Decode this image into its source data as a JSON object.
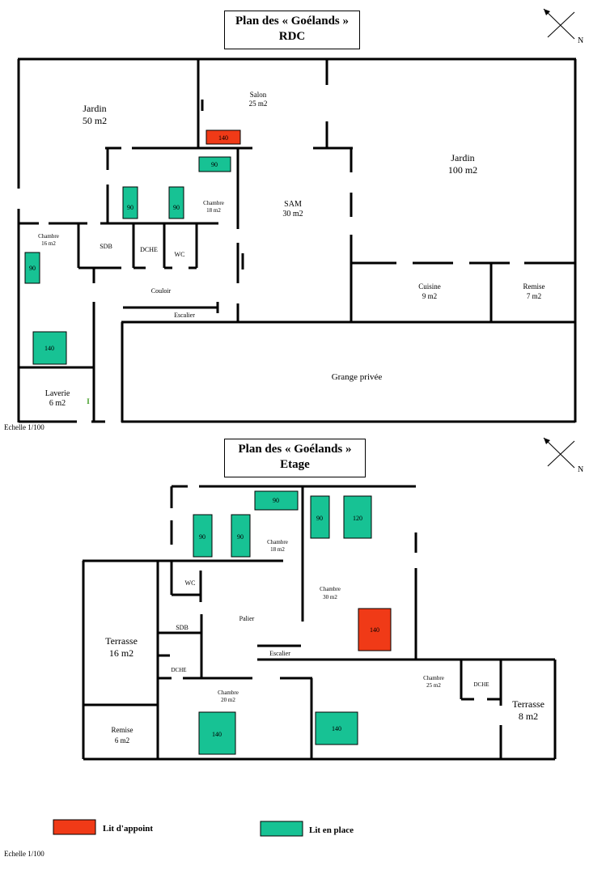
{
  "rdc": {
    "title_line1": "Plan  des « Goélands »",
    "title_line2": "RDC",
    "north": "N",
    "scale": "Echelle  1/100",
    "rooms": {
      "jardin1_name": "Jardin",
      "jardin1_area": "50 m2",
      "salon_name": "Salon",
      "salon_area": "25 m2",
      "jardin2_name": "Jardin",
      "jardin2_area": "100 m2",
      "chambre18_name": "Chambre",
      "chambre18_area": "18 m2",
      "sam_name": "SAM",
      "sam_area": "30 m2",
      "chambre16_name": "Chambre",
      "chambre16_area": "16 m2",
      "sdb": "SDB",
      "dche": "DCHE",
      "wc": "WC",
      "couloir": "Couloir",
      "escalier": "Escalier",
      "cuisine_name": "Cuisine",
      "cuisine_area": "9 m2",
      "remise_name": "Remise",
      "remise_area": "7 m2",
      "grange": "Grange privée",
      "laverie_name": "Laverie",
      "laverie_area": "6 m2",
      "laverie_mark": "I"
    },
    "beds": [
      "140",
      "90",
      "90",
      "90",
      "90",
      "140"
    ]
  },
  "etage": {
    "title_line1": "Plan  des « Goélands »",
    "title_line2": "Etage",
    "north": "N",
    "rooms": {
      "chambre18_name": "Chambre",
      "chambre18_area": "18 m2",
      "wc": "WC",
      "chambre30_name": "Chambre",
      "chambre30_area": "30 m2",
      "terrasse16_name": "Terrasse",
      "terrasse16_area": "16 m2",
      "sdb": "SDB",
      "palier": "Palier",
      "escalier": "Escalier",
      "dche1": "DCHE",
      "chambre25_name": "Chambre",
      "chambre25_area": "25 m2",
      "dche2": "DCHE",
      "terrasse8_name": "Terrasse",
      "terrasse8_area": "8 m2",
      "chambre20_name": "Chambre",
      "chambre20_area": "20 m2",
      "remise_name": "Remise",
      "remise_area": "6 m2"
    },
    "beds": [
      "90",
      "90",
      "120",
      "90",
      "90",
      "140",
      "140",
      "140"
    ]
  },
  "legend": {
    "appoint": "Lit d'appoint",
    "en_place": "Lit en place",
    "scale": "Echelle  1/100"
  },
  "colors": {
    "appoint": "#f03a17",
    "en_place": "#17c294"
  }
}
